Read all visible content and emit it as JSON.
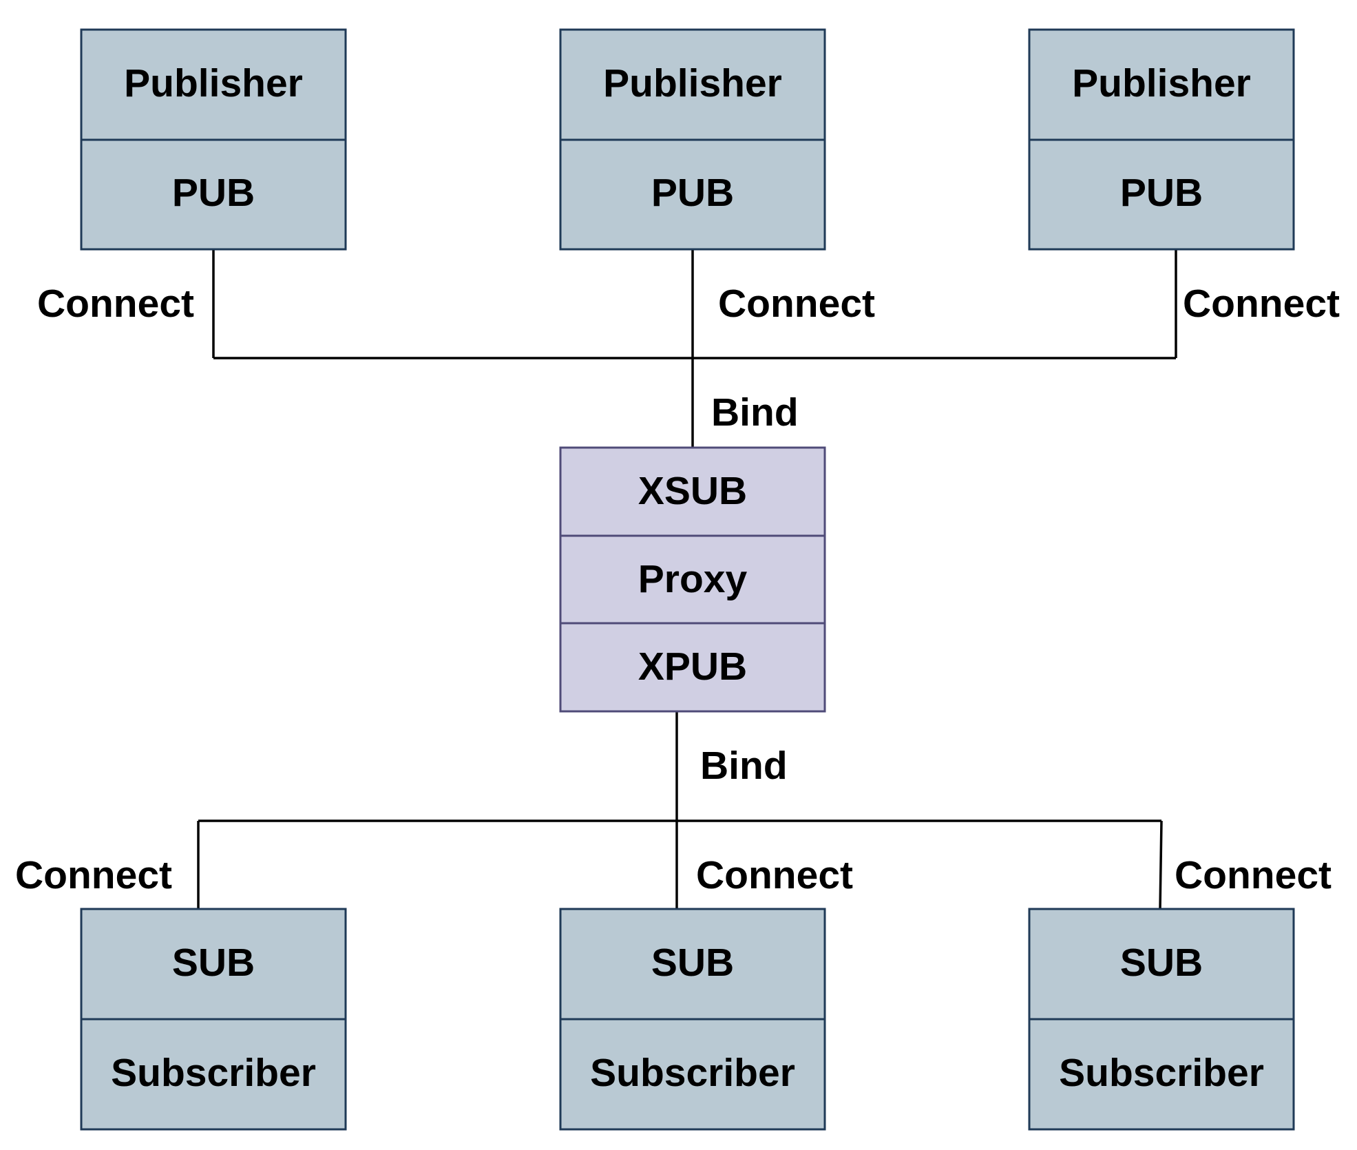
{
  "colors": {
    "node_fill": "#b9c9d3",
    "node_stroke": "#1f3a57",
    "proxy_fill": "#d0cfe3",
    "proxy_stroke": "#4f4b78",
    "line": "#000000",
    "background": "#ffffff"
  },
  "publishers": [
    {
      "top_label": "Publisher",
      "bottom_label": "PUB",
      "edge_label": "Connect"
    },
    {
      "top_label": "Publisher",
      "bottom_label": "PUB",
      "edge_label": "Connect"
    },
    {
      "top_label": "Publisher",
      "bottom_label": "PUB",
      "edge_label": "Connect"
    }
  ],
  "proxy": {
    "top_label": "XSUB",
    "middle_label": "Proxy",
    "bottom_label": "XPUB",
    "upper_edge_label": "Bind",
    "lower_edge_label": "Bind"
  },
  "subscribers": [
    {
      "top_label": "SUB",
      "bottom_label": "Subscriber",
      "edge_label": "Connect"
    },
    {
      "top_label": "SUB",
      "bottom_label": "Subscriber",
      "edge_label": "Connect"
    },
    {
      "top_label": "SUB",
      "bottom_label": "Subscriber",
      "edge_label": "Connect"
    }
  ]
}
